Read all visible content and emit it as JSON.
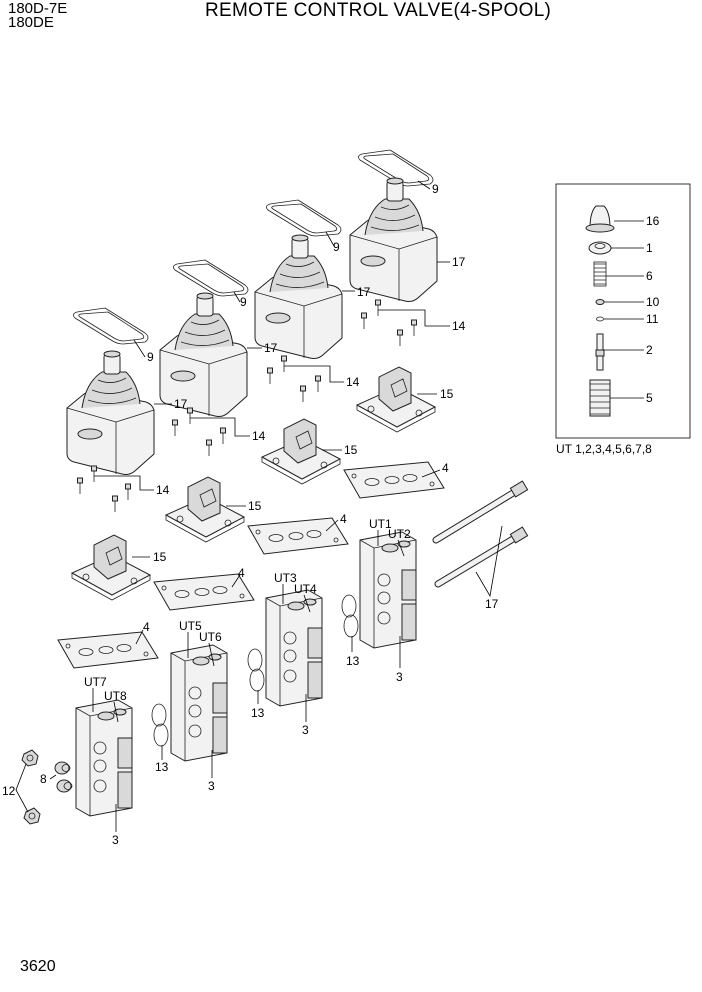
{
  "header": {
    "model_line1": "180D-7E",
    "model_line2": "180DE",
    "title": "REMOTE CONTROL VALVE(4-SPOOL)"
  },
  "footer": {
    "page_number": "3620"
  },
  "callouts": {
    "c9": "9",
    "c17": "17",
    "c14": "14",
    "c15": "15",
    "c4": "4",
    "c3": "3",
    "c13": "13",
    "c8": "8",
    "c12": "12"
  },
  "inset": {
    "labels": [
      "16",
      "1",
      "6",
      "10",
      "11",
      "2",
      "5"
    ],
    "caption": "UT 1,2,3,4,5,6,7,8"
  },
  "ports": [
    "UT1",
    "UT2",
    "UT3",
    "UT4",
    "UT5",
    "UT6",
    "UT7",
    "UT8"
  ]
}
